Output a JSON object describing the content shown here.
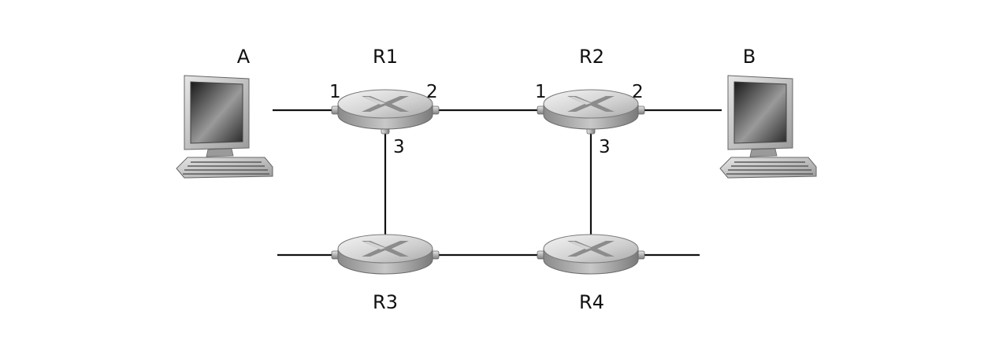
{
  "nodes": {
    "A": {
      "label": "A"
    },
    "B": {
      "label": "B"
    },
    "R1": {
      "label": "R1",
      "ports": [
        "1",
        "2",
        "3"
      ]
    },
    "R2": {
      "label": "R2",
      "ports": [
        "1",
        "2",
        "3"
      ]
    },
    "R3": {
      "label": "R3"
    },
    "R4": {
      "label": "R4"
    }
  },
  "links": [
    {
      "from": "A",
      "to": "R1.1"
    },
    {
      "from": "R1.2",
      "to": "R2.1"
    },
    {
      "from": "R2.2",
      "to": "B"
    },
    {
      "from": "R1.3",
      "to": "R3"
    },
    {
      "from": "R2.3",
      "to": "R4"
    },
    {
      "from": "R3",
      "to": "R4"
    }
  ]
}
